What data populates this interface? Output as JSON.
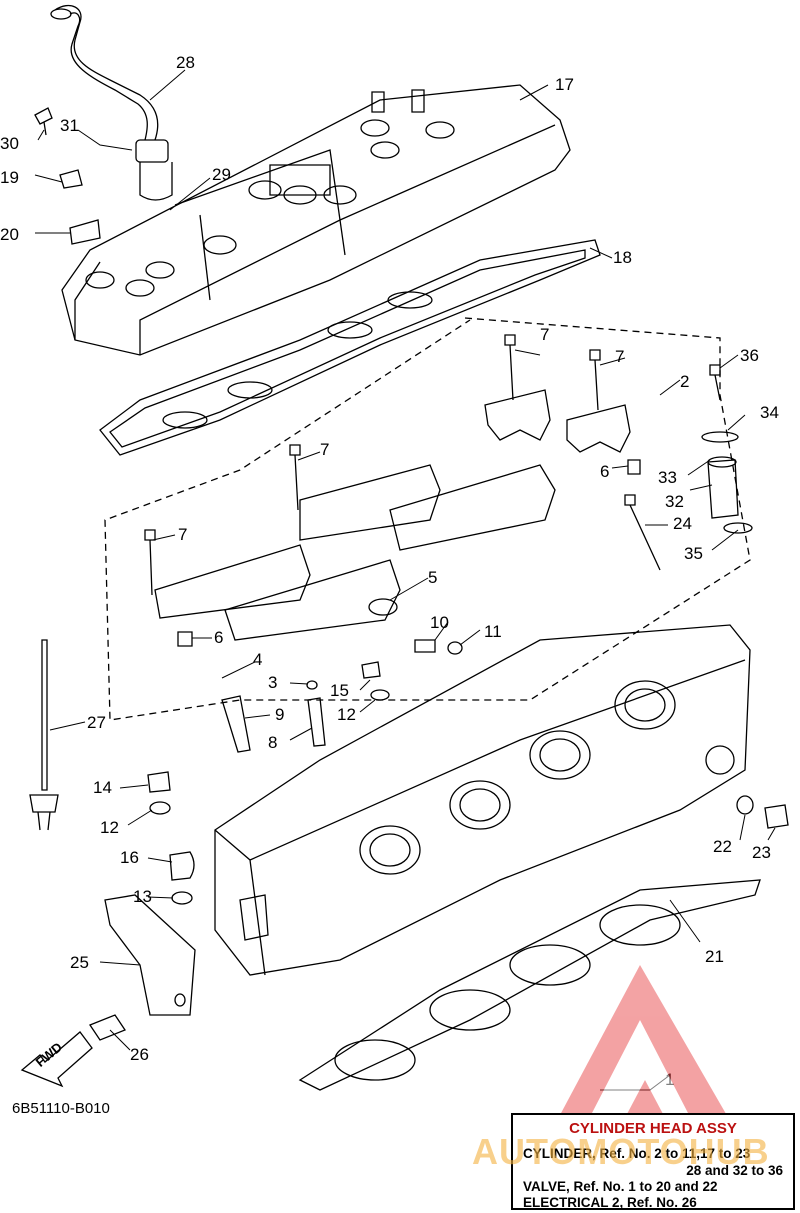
{
  "diagram": {
    "reference_code": "6B51110-B010",
    "fwd_label": "FWD",
    "callouts": [
      {
        "id": "c28",
        "label": "28"
      },
      {
        "id": "c17",
        "label": "17"
      },
      {
        "id": "c30",
        "label": "30"
      },
      {
        "id": "c31",
        "label": "31"
      },
      {
        "id": "c29",
        "label": "29"
      },
      {
        "id": "c19",
        "label": "19"
      },
      {
        "id": "c20",
        "label": "20"
      },
      {
        "id": "c18",
        "label": "18"
      },
      {
        "id": "c7a",
        "label": "7"
      },
      {
        "id": "c7b",
        "label": "7"
      },
      {
        "id": "c36",
        "label": "36"
      },
      {
        "id": "c2",
        "label": "2"
      },
      {
        "id": "c34",
        "label": "34"
      },
      {
        "id": "c6a",
        "label": "6"
      },
      {
        "id": "c33",
        "label": "33"
      },
      {
        "id": "c7c",
        "label": "7"
      },
      {
        "id": "c32",
        "label": "32"
      },
      {
        "id": "c24",
        "label": "24"
      },
      {
        "id": "c7d",
        "label": "7"
      },
      {
        "id": "c35",
        "label": "35"
      },
      {
        "id": "c5",
        "label": "5"
      },
      {
        "id": "c6b",
        "label": "6"
      },
      {
        "id": "c10",
        "label": "10"
      },
      {
        "id": "c11",
        "label": "11"
      },
      {
        "id": "c4",
        "label": "4"
      },
      {
        "id": "c3",
        "label": "3"
      },
      {
        "id": "c15",
        "label": "15"
      },
      {
        "id": "c12a",
        "label": "12"
      },
      {
        "id": "c27",
        "label": "27"
      },
      {
        "id": "c9",
        "label": "9"
      },
      {
        "id": "c8",
        "label": "8"
      },
      {
        "id": "c14",
        "label": "14"
      },
      {
        "id": "c12b",
        "label": "12"
      },
      {
        "id": "c22",
        "label": "22"
      },
      {
        "id": "c23",
        "label": "23"
      },
      {
        "id": "c16",
        "label": "16"
      },
      {
        "id": "c13",
        "label": "13"
      },
      {
        "id": "c21",
        "label": "21"
      },
      {
        "id": "c25",
        "label": "25"
      },
      {
        "id": "c26",
        "label": "26"
      },
      {
        "id": "c1",
        "label": "1"
      }
    ]
  },
  "legend": {
    "title": "CYLINDER HEAD ASSY",
    "line1": "CYLINDER, Ref. No. 2 to 11,17 to 23",
    "line2": "28 and 32 to 36",
    "line3": "VALVE, Ref. No. 1 to 20 and 22",
    "line4": "ELECTRICAL 2, Ref. No. 26"
  },
  "watermark": {
    "text": "AUTOMOTOHUB",
    "color": "#e8484a",
    "text_color": "#f5b240"
  }
}
